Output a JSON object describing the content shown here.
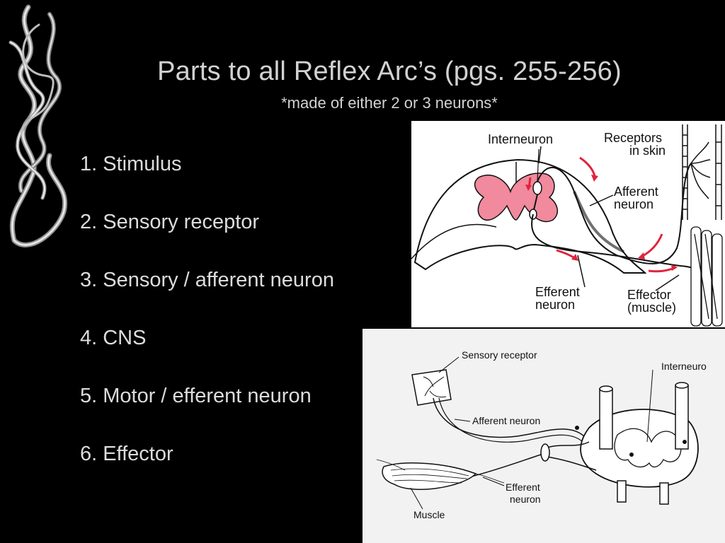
{
  "slide": {
    "title": "Parts to all Reflex Arc’s (pgs. 255-256)",
    "subtitle": "*made of either 2 or 3 neurons*",
    "items": [
      "1. Stimulus",
      "2. Sensory receptor",
      "3. Sensory / afferent neuron",
      "4. CNS",
      "5. Motor / efferent neuron",
      "6. Effector"
    ]
  },
  "figure_top": {
    "labels": {
      "interneuron": "Interneuron",
      "receptors_1": "Receptors",
      "receptors_2": "in skin",
      "afferent_1": "Afferent",
      "afferent_2": "neuron",
      "efferent_1": "Efferent",
      "efferent_2": "neuron",
      "effector_1": "Effector",
      "effector_2": "(muscle)"
    },
    "colors": {
      "gray_matter": "#f08a9c",
      "arrows": "#e0243c"
    }
  },
  "figure_bottom": {
    "labels": {
      "sensory_receptor": "Sensory receptor",
      "interneuron": "Interneuro",
      "afferent": "Afferent neuron",
      "efferent_1": "Efferent",
      "efferent_2": "neuron",
      "muscle": "Muscle"
    }
  }
}
